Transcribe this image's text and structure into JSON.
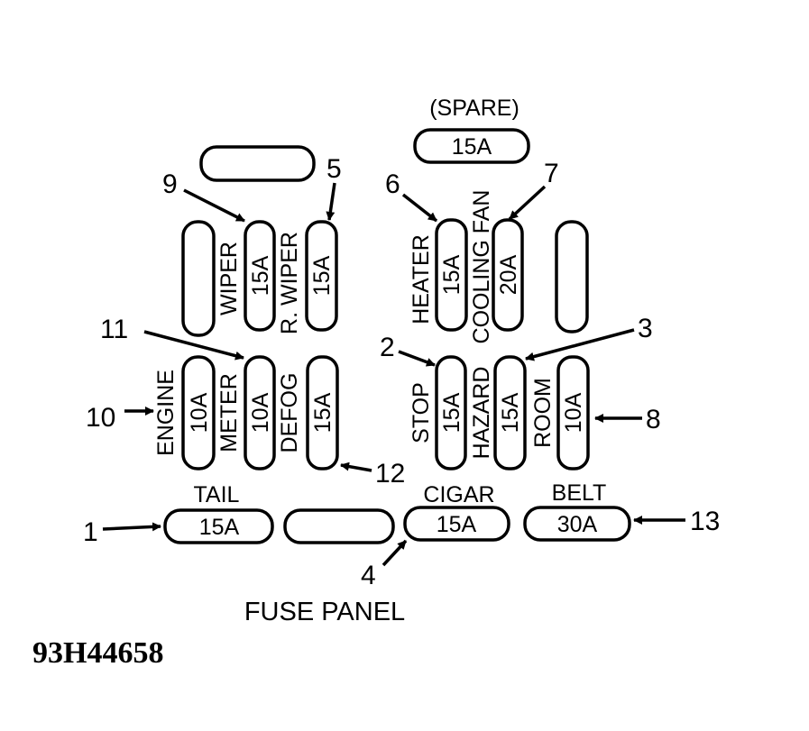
{
  "fuses": {
    "spare": {
      "label": "(SPARE)",
      "rating": "15A"
    },
    "wiper": {
      "label": "WIPER",
      "rating": "15A"
    },
    "r_wiper": {
      "label": "R. WIPER",
      "rating": "15A"
    },
    "heater": {
      "label": "HEATER",
      "rating": "15A"
    },
    "cooling_fan": {
      "label": "COOLING FAN",
      "rating": "20A"
    },
    "engine": {
      "label": "ENGINE",
      "rating": "10A"
    },
    "meter": {
      "label": "METER",
      "rating": "10A"
    },
    "defog": {
      "label": "DEFOG",
      "rating": "15A"
    },
    "stop": {
      "label": "STOP",
      "rating": "15A"
    },
    "hazard": {
      "label": "HAZARD",
      "rating": "15A"
    },
    "room": {
      "label": "ROOM",
      "rating": "10A"
    },
    "tail": {
      "label": "TAIL",
      "rating": "15A"
    },
    "cigar": {
      "label": "CIGAR",
      "rating": "15A"
    },
    "belt": {
      "label": "BELT",
      "rating": "30A"
    }
  },
  "callouts": {
    "n1": "1",
    "n2": "2",
    "n3": "3",
    "n4": "4",
    "n5": "5",
    "n6": "6",
    "n7": "7",
    "n8": "8",
    "n9": "9",
    "n10": "10",
    "n11": "11",
    "n12": "12",
    "n13": "13"
  },
  "caption": "FUSE PANEL",
  "figure_id": "93H44658"
}
